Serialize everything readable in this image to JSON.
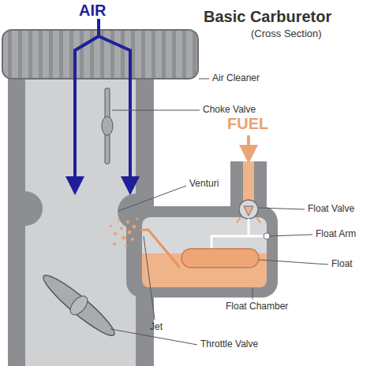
{
  "diagram": {
    "title": "Basic Carburetor",
    "caption": "(Cross Section)",
    "labels": [
      "AIR",
      "FUEL",
      "Air Cleaner",
      "Choke Valve",
      "Venturi",
      "Float Valve",
      "Float Arm",
      "Float",
      "Float Chamber",
      "Jet",
      "Throttle Valve"
    ]
  }
}
